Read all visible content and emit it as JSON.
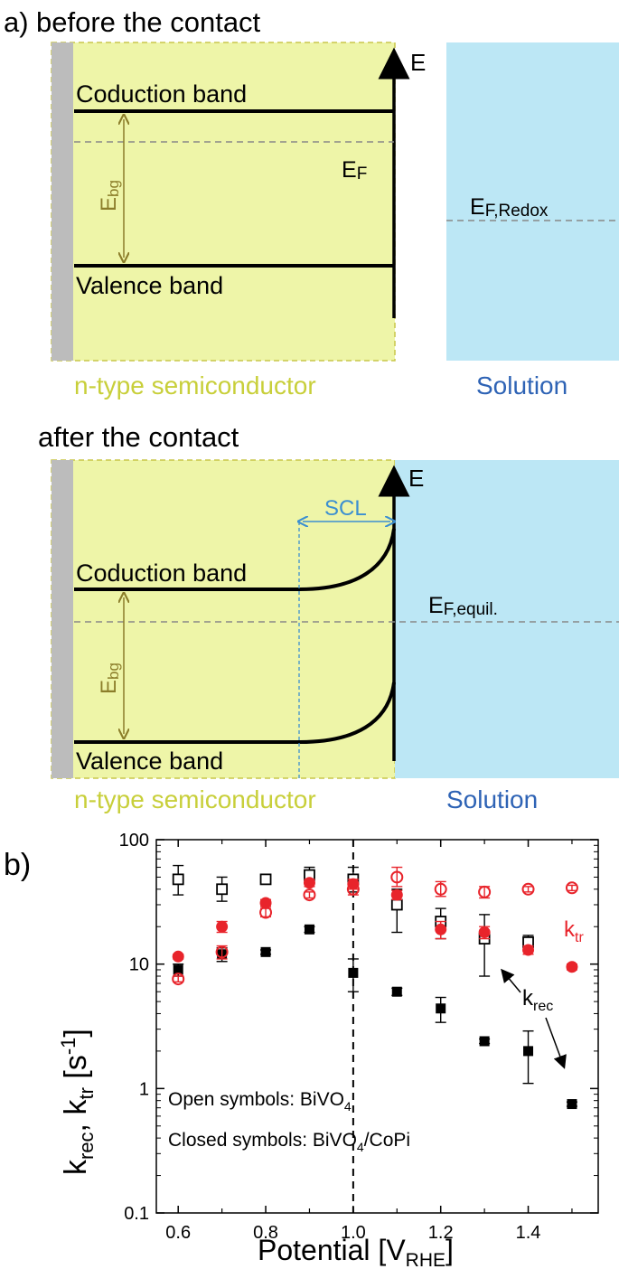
{
  "colors": {
    "semiconductor": "#eef5a8",
    "semiconductor_border": "#c9c64a",
    "semiconductor_label": "#c8cf3a",
    "solution": "#bce7f5",
    "solution_label": "#2e63b5",
    "metal": "#bcbcbc",
    "gap_arrow": "#8b7d2a",
    "scl": "#3b8fd1",
    "closed_black": "#000000",
    "red": "#e8242b",
    "icon_arrow": "arrow-icon"
  },
  "panel_a": {
    "label": "a)",
    "title_before": "before the contact",
    "title_after": "after the contact",
    "energy": "E",
    "conduction_band": "Coduction band",
    "valence_band": "Valence band",
    "fermi": "E",
    "fermi_sub": "F",
    "fermi_redox": "E",
    "fermi_redox_sub": "F,Redox",
    "fermi_equil": "E",
    "fermi_equil_sub": "F,equil.",
    "gap": "E",
    "gap_sub": "bg",
    "scl": "SCL",
    "semiconductor": "n-type semiconductor",
    "solution": "Solution"
  },
  "panel_b": {
    "label": "b)",
    "legend_open_prefix": "Open symbols: BiVO",
    "legend_open_sub": "4",
    "legend_closed_prefix": "Closed symbols: BiVO",
    "legend_closed_sub": "4",
    "legend_closed_suffix": "/CoPi",
    "ann_ktr": "k",
    "ann_ktr_sub": "tr",
    "ann_krec": "k",
    "ann_krec_sub": "rec"
  },
  "chart_data": {
    "type": "scatter",
    "xlabel": "Potential [V",
    "xlabel_sub": "RHE",
    "xlabel_suffix": "]",
    "ylabel_parts": [
      "k",
      "rec",
      ", k",
      "tr",
      " [s",
      "-1",
      "]"
    ],
    "ylabel": "k_rec, k_tr [s^-1]",
    "y_scale": "log",
    "xlim": [
      0.55,
      1.56
    ],
    "ylim": [
      0.1,
      100
    ],
    "x_ticks": [
      "0.6",
      "0.8",
      "1.0",
      "1.2",
      "1.4"
    ],
    "y_ticks": [
      "0.1",
      "1",
      "10",
      "100"
    ],
    "vline_x": 1.0,
    "series": [
      {
        "marker": "open-square",
        "color": "#000000",
        "x": [
          0.6,
          0.7,
          0.8,
          0.9,
          1.0,
          1.1,
          1.2,
          1.3,
          1.4
        ],
        "y": [
          48,
          40,
          48,
          52,
          48,
          30,
          22,
          16,
          15
        ],
        "err_low": [
          36,
          32,
          44,
          46,
          38,
          18,
          16,
          8,
          13
        ],
        "err_high": [
          62,
          50,
          52,
          60,
          60,
          40,
          28,
          25,
          17
        ]
      },
      {
        "marker": "filled-square",
        "color": "#000000",
        "x": [
          0.6,
          0.7,
          0.8,
          0.9,
          1.0,
          1.1,
          1.2,
          1.3,
          1.4,
          1.5
        ],
        "y": [
          9,
          12,
          12.5,
          19,
          8.5,
          6,
          4.4,
          2.4,
          2,
          0.75
        ],
        "err_low": [
          8,
          10.5,
          12,
          18,
          6,
          5.6,
          3.4,
          2.3,
          1.1,
          0.72
        ],
        "err_high": [
          10,
          13.5,
          13,
          20,
          11,
          6.4,
          5.4,
          2.5,
          2.9,
          0.78
        ]
      },
      {
        "marker": "open-circle",
        "color": "#e8242b",
        "x": [
          0.6,
          0.7,
          0.8,
          0.9,
          1.0,
          1.1,
          1.2,
          1.3,
          1.4,
          1.5
        ],
        "y": [
          7.6,
          12.5,
          26,
          36,
          40,
          50,
          40,
          38,
          40,
          41
        ],
        "err_low": [
          7.2,
          11,
          24,
          34,
          36,
          42,
          35,
          34,
          38,
          39
        ],
        "err_high": [
          8,
          14,
          28,
          38,
          44,
          60,
          46,
          42,
          42,
          43
        ]
      },
      {
        "marker": "filled-circle",
        "color": "#e8242b",
        "x": [
          0.6,
          0.7,
          0.8,
          0.9,
          1.0,
          1.1,
          1.2,
          1.3,
          1.4,
          1.5
        ],
        "y": [
          11.5,
          20,
          31,
          45,
          44,
          36,
          19,
          18,
          13,
          9.5
        ],
        "err_low": [
          11,
          18,
          29,
          42,
          40,
          33,
          16,
          16,
          12,
          9
        ],
        "err_high": [
          12,
          22,
          33,
          48,
          48,
          39,
          22,
          20,
          14,
          10
        ]
      }
    ]
  }
}
